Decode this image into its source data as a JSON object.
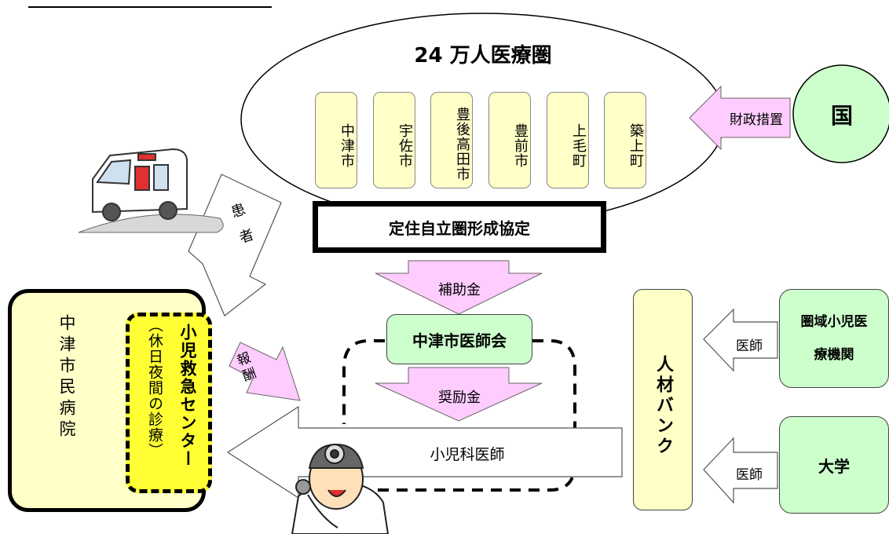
{
  "region": {
    "title": "24 万人医療圏"
  },
  "municipalities": [
    {
      "name": "中津市"
    },
    {
      "name": "宇佐市"
    },
    {
      "name": "豊後高田市"
    },
    {
      "name": "豊前市"
    },
    {
      "name": "上毛町"
    },
    {
      "name": "築上町"
    }
  ],
  "agreement": "定住自立圏形成協定",
  "nation": "国",
  "fiscal_measure": "財政措置",
  "subsidy": "補助金",
  "medical_association": "中津市医師会",
  "incentive": "奨励金",
  "pediatrician": "小児科医師",
  "patient": "患者",
  "remuneration": "報酬",
  "hospital": "中津市民病院",
  "emergency_center": "小児救急センター",
  "emergency_center_note": "（休日夜間の診療）",
  "talent_bank": "人材バンク",
  "regional_pediatric": "圏域小児医療機関",
  "university": "大学",
  "doctor_label": "医師",
  "colors": {
    "pale_yellow": "#ffffc8",
    "yellow": "#ffff33",
    "pale_green": "#ccffcc",
    "pink": "#ffccff",
    "ground_gray": "#d8d8d8"
  }
}
